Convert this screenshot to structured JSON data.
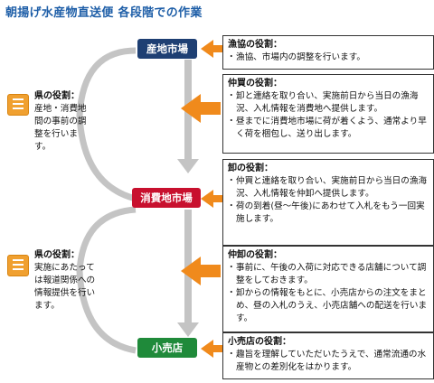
{
  "title": "朝揚げ水産物直送便 各段階での作業",
  "nodes": {
    "origin": "産地市場",
    "consumer": "消費地市場",
    "retail": "小売店"
  },
  "colors": {
    "node_origin": "#1e3f73",
    "node_consumer": "#c8102e",
    "node_retail": "#1f8a3a",
    "arrow": "#f08a1c"
  },
  "boxes": [
    {
      "heading": "漁協の役割：",
      "items": [
        "漁協、市場内の調整を行います。"
      ]
    },
    {
      "heading": "仲買の役割：",
      "items": [
        "卸と連絡を取り合い、実施前日から当日の漁海況、入札情報を消費地へ提供します。",
        "昼までに消費地市場に荷が着くよう、通常より早く荷を梱包し、送り出します。"
      ]
    },
    {
      "heading": "卸の役割：",
      "items": [
        "仲買と連絡を取り合い、実施前日から当日の漁海況、入札情報を仲卸へ提供します。",
        "荷の到着(昼〜午後)にあわせて入札をもう一回実施します。"
      ]
    },
    {
      "heading": "仲卸の役割：",
      "items": [
        "事前に、午後の入荷に対応できる店舗について調整をしておきます。",
        "卸からの情報をもとに、小売店からの注文をまとめ、昼の入札のうえ、小売店舗への配送を行います。"
      ]
    },
    {
      "heading": "小売店の役割：",
      "items": [
        "趣旨を理解していただいたうえで、通常流通の水産物との差別化をはかります。"
      ]
    }
  ],
  "prefs": [
    {
      "heading": "県の役割：",
      "text": "産地・消費地間の事前の調整を行います。"
    },
    {
      "heading": "県の役割：",
      "text": "実施にあたっては報道関係への情報提供を行います。"
    }
  ]
}
